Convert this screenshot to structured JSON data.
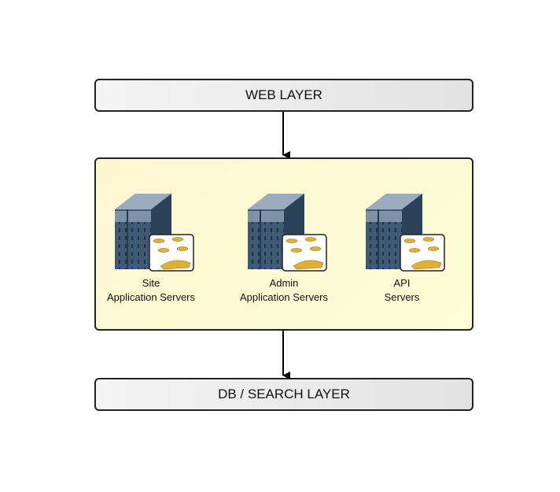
{
  "web_layer": {
    "label": "WEB LAYER"
  },
  "app_layer": {
    "nodes": [
      {
        "line1": "Site",
        "line2": "Application Servers",
        "icon": "server-tomcat-icon"
      },
      {
        "line1": "Admin",
        "line2": "Application Servers",
        "icon": "server-tomcat-icon"
      },
      {
        "line1": "API",
        "line2": "Servers",
        "icon": "server-tomcat-icon"
      }
    ]
  },
  "db_layer": {
    "label": "DB / SEARCH LAYER"
  },
  "colors": {
    "app_layer_fill": "#fdf9d2",
    "layer_fill": "#ececec",
    "server": "#3f5a72"
  }
}
